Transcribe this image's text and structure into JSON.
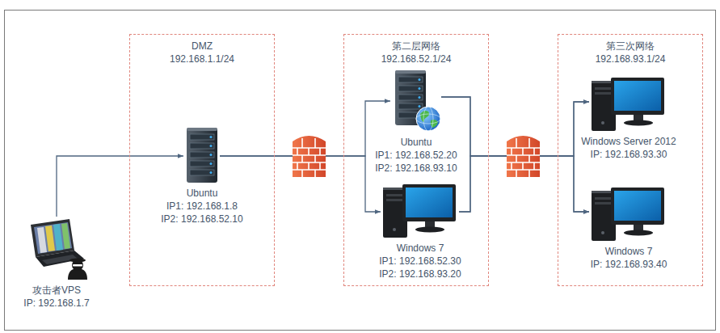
{
  "diagram": {
    "nodes": [
      {
        "text": [
          "攻击者VPS",
          "IP: 192.168.1.7"
        ]
      },
      {
        "text": [
          "DMZ",
          "192.168.1.1/24"
        ]
      },
      {
        "text": [
          "Ubuntu",
          "IP1: 192.168.1.8",
          "IP2: 192.168.52.10"
        ],
        "in": 1
      },
      {
        "text": [
          "第二层网络",
          "192.168.52.1/24"
        ]
      },
      {
        "text": [
          "Ubuntu",
          "IP1: 192.168.52.20",
          "IP2: 192.168.93.10"
        ],
        "in": 3
      },
      {
        "text": [
          "Windows 7",
          "IP1: 192.168.52.30",
          "IP2: 192.168.93.20"
        ],
        "in": 3
      },
      {
        "text": [
          "第三次网络",
          "192.168.93.1/24"
        ]
      },
      {
        "text": [
          "Windows Server 2012",
          "IP: 192.168.93.30"
        ],
        "in": 6
      },
      {
        "text": [
          "Windows 7",
          "IP: 192.168.93.40"
        ],
        "in": 6
      }
    ],
    "edges": [
      {
        "from": 0,
        "to": 2,
        "arrow": "to"
      },
      {
        "from": 2,
        "to": 4,
        "arrow": "to"
      },
      {
        "from": 2,
        "to": 5,
        "arrow": "to"
      },
      {
        "from": 4,
        "to": 7,
        "arrow": "to"
      },
      {
        "from": 4,
        "to": 8,
        "arrow": "to"
      },
      {
        "from": 5,
        "to": 7,
        "arrow": "to"
      },
      {
        "from": 5,
        "to": 8,
        "arrow": "to"
      }
    ]
  }
}
